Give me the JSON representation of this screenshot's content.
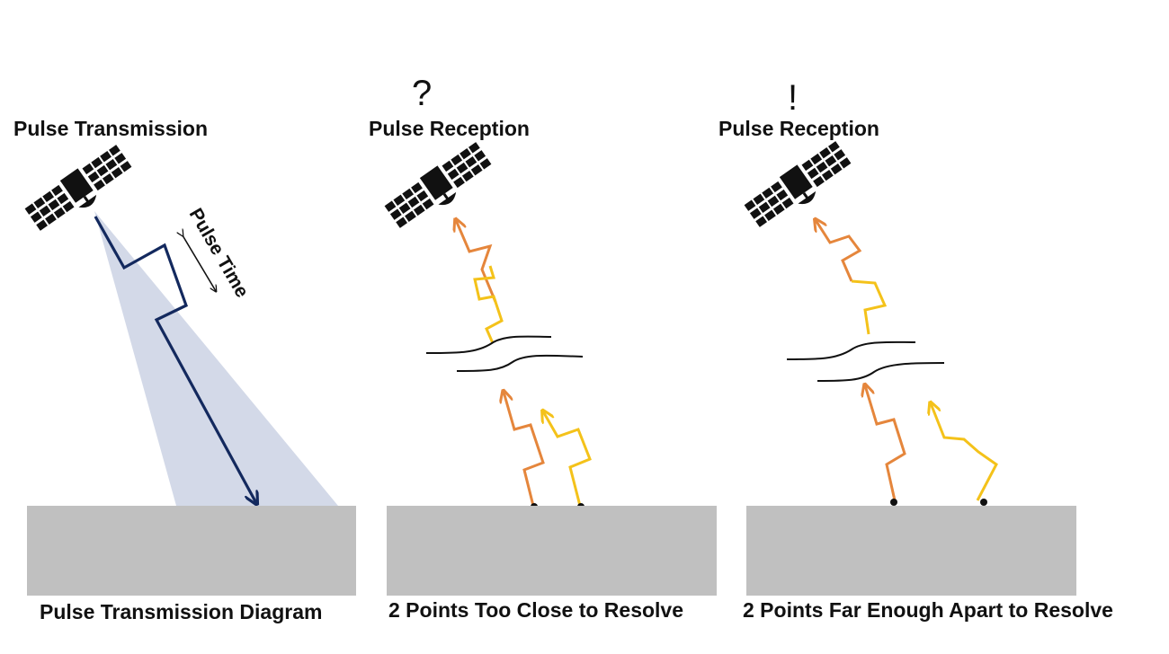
{
  "panels": [
    {
      "title": "Pulse Transmission",
      "caption": "Pulse Transmission Diagram",
      "rotated_label": "Pulse Time"
    },
    {
      "title": "Pulse Reception",
      "caption": "2 Points Too Close to Resolve",
      "symbol": "?"
    },
    {
      "title": "Pulse Reception",
      "caption": "2 Points Far Enough Apart to Resolve",
      "symbol": "!"
    }
  ],
  "colors": {
    "ground": "#c0c0c0",
    "beam": "#d3d9e8",
    "pulse_navy": "#13295e",
    "pulse_orange": "#e5863c",
    "pulse_yellow": "#f4c21a",
    "satellite": "#111111"
  },
  "icons": [
    "satellite-icon",
    "question-mark-icon",
    "exclamation-mark-icon",
    "double-arrow-icon"
  ]
}
